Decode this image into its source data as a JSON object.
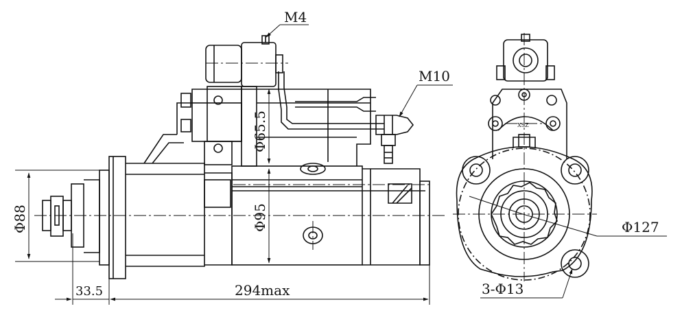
{
  "drawing": {
    "labels": {
      "m4": "M4",
      "m10": "M10",
      "phi65_5": "Φ65.5",
      "phi88": "Φ88",
      "phi95": "Φ95",
      "phi127": "Φ127",
      "dim_33_5": "33.5",
      "dim_294max": "294max",
      "holes": "3-Φ13",
      "mark_xsz": "XSZ"
    },
    "colors": {
      "line": "#111111",
      "paper": "#ffffff"
    }
  }
}
